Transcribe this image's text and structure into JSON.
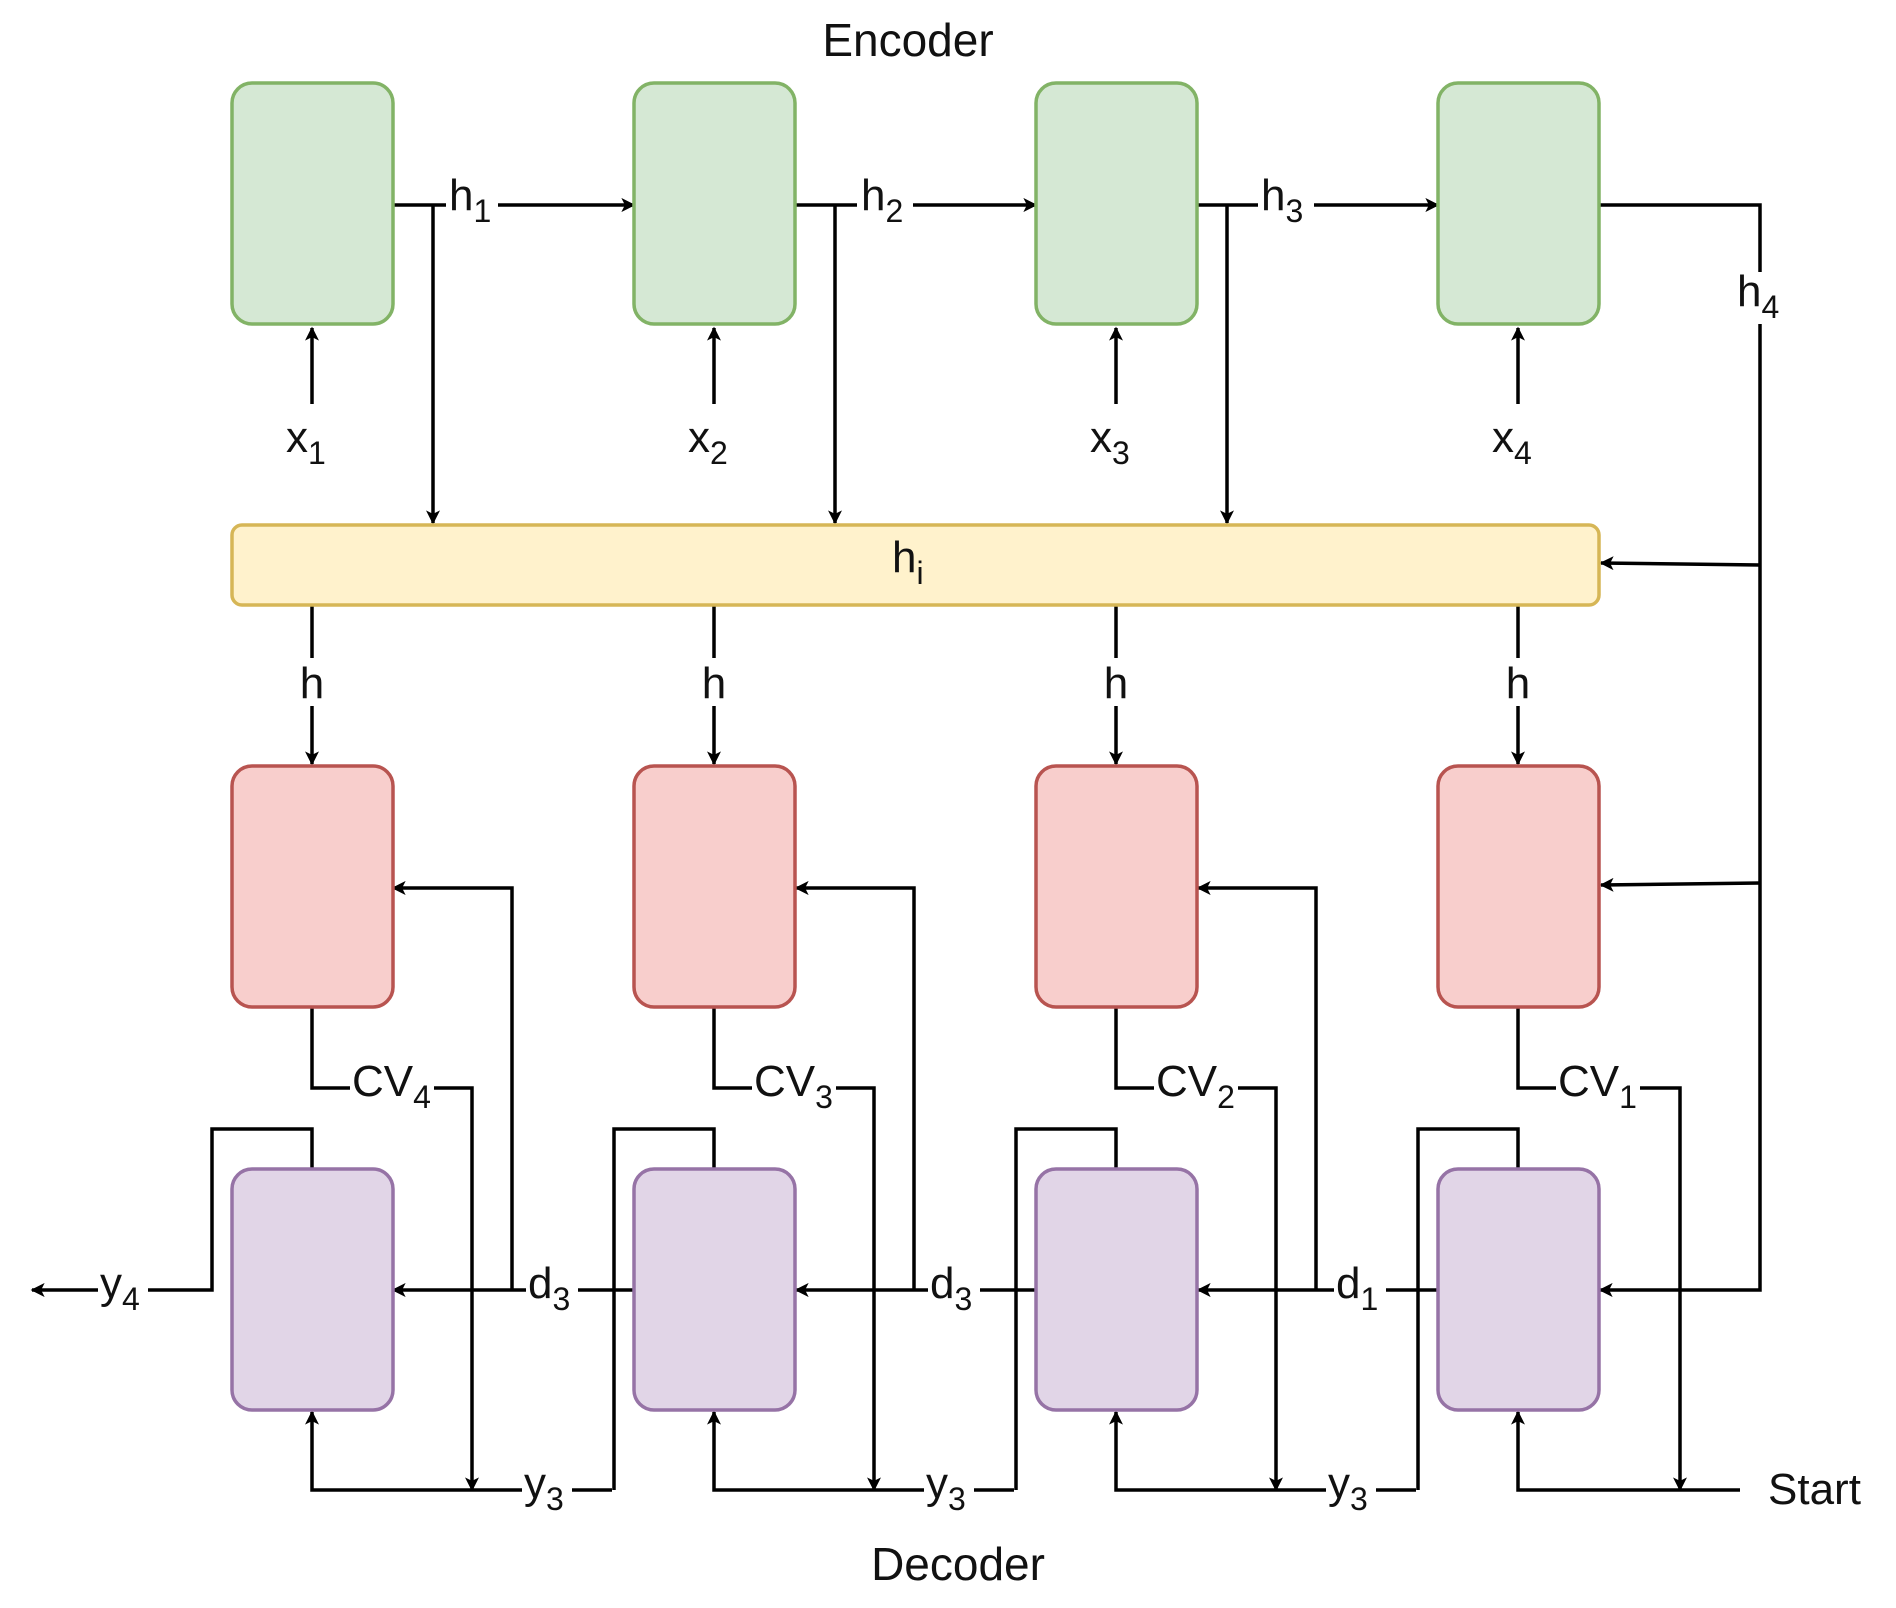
{
  "titles": {
    "encoder": "Encoder",
    "decoder": "Decoder"
  },
  "colors": {
    "encoder_fill": "#d5e8d4",
    "encoder_stroke": "#82b366",
    "attention_fill": "#fff2cc",
    "attention_stroke": "#d6b656",
    "context_fill": "#f8cecc",
    "context_stroke": "#b85450",
    "decoder_fill": "#e1d5e7",
    "decoder_stroke": "#9673a6"
  },
  "inputs": [
    {
      "base": "x",
      "sub": "1"
    },
    {
      "base": "x",
      "sub": "2"
    },
    {
      "base": "x",
      "sub": "3"
    },
    {
      "base": "x",
      "sub": "4"
    }
  ],
  "encoder_hidden": [
    {
      "base": "h",
      "sub": "1"
    },
    {
      "base": "h",
      "sub": "2"
    },
    {
      "base": "h",
      "sub": "3"
    },
    {
      "base": "h",
      "sub": "4"
    }
  ],
  "attention_label": {
    "base": "h",
    "sub": "i"
  },
  "attention_outputs": [
    "h",
    "h",
    "h",
    "h"
  ],
  "context_vectors": [
    {
      "base": "CV",
      "sub": "4"
    },
    {
      "base": "CV",
      "sub": "3"
    },
    {
      "base": "CV",
      "sub": "2"
    },
    {
      "base": "CV",
      "sub": "1"
    }
  ],
  "decoder_states": [
    {
      "base": "d",
      "sub": "3"
    },
    {
      "base": "d",
      "sub": "3"
    },
    {
      "base": "d",
      "sub": "1"
    }
  ],
  "decoder_outputs": [
    {
      "base": "y",
      "sub": "3"
    },
    {
      "base": "y",
      "sub": "3"
    },
    {
      "base": "y",
      "sub": "3"
    }
  ],
  "final_output": {
    "base": "y",
    "sub": "4"
  },
  "start_label": "Start"
}
